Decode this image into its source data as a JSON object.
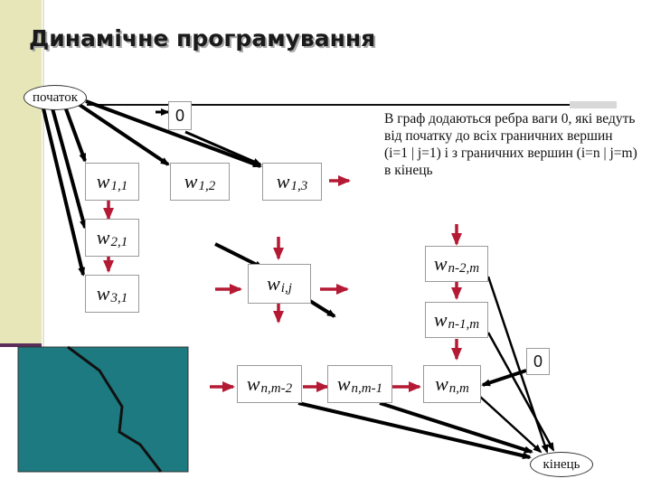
{
  "title": "Динамічне програмування",
  "start_label": "початок",
  "end_label": "кінець",
  "zero_label": "0",
  "note": "В граф додаються ребра ваги 0, які ведуть від початку до всіх граничних вершин (i=1 | j=1) і з граничних вершин (i=n | j=m) в кінець",
  "nodes": {
    "w11": {
      "base": "w",
      "sub": "1,1"
    },
    "w12": {
      "base": "w",
      "sub": "1,2"
    },
    "w13": {
      "base": "w",
      "sub": "1,3"
    },
    "w21": {
      "base": "w",
      "sub": "2,1"
    },
    "w31": {
      "base": "w",
      "sub": "3,1"
    },
    "wij": {
      "base": "w",
      "sub": "i,j"
    },
    "wn2m": {
      "base": "w",
      "sub": "n-2,m"
    },
    "wn1m": {
      "base": "w",
      "sub": "n-1,m"
    },
    "wnm2": {
      "base": "w",
      "sub": "n,m-2"
    },
    "wnm1": {
      "base": "w",
      "sub": "n,m-1"
    },
    "wnm": {
      "base": "w",
      "sub": "n,m"
    }
  },
  "colors": {
    "sidebar": "#e6e6b8",
    "sidebar_accent": "#5a2d5a",
    "teal_block": "#1d7a80",
    "red_arrow": "#b51a35",
    "divider": "#d8d8d8",
    "edge": "#000000"
  }
}
